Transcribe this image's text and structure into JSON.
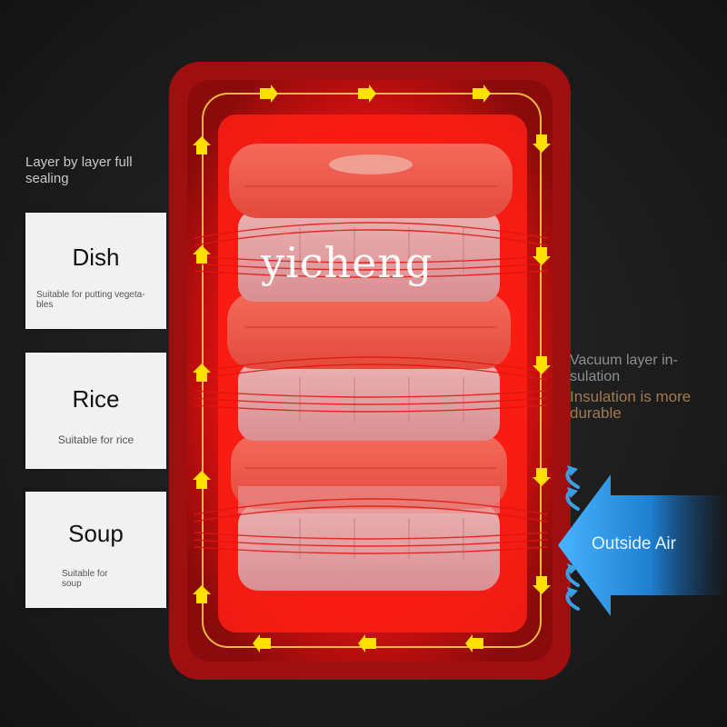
{
  "left": {
    "title": "Layer by layer full sealing",
    "cards": [
      {
        "name": "Dish",
        "desc": "Suitable for putting vegeta-bles"
      },
      {
        "name": "Rice",
        "desc": "Suitable for rice"
      },
      {
        "name": "Soup",
        "desc": "Suitable for soup"
      }
    ]
  },
  "right": {
    "vacuum_text": "Vacuum layer in-sulation",
    "highlight_text": "Insulation is more durable",
    "outside_air": "Outside Air"
  },
  "watermark": "yicheng",
  "colors": {
    "background": "#1c1c1c",
    "heat_red": "#e01414",
    "lid": "#ef5a4a",
    "body": "#e6a5a7",
    "arrow_yellow": "#ffe000",
    "air_blue": "#3aa0e6"
  }
}
